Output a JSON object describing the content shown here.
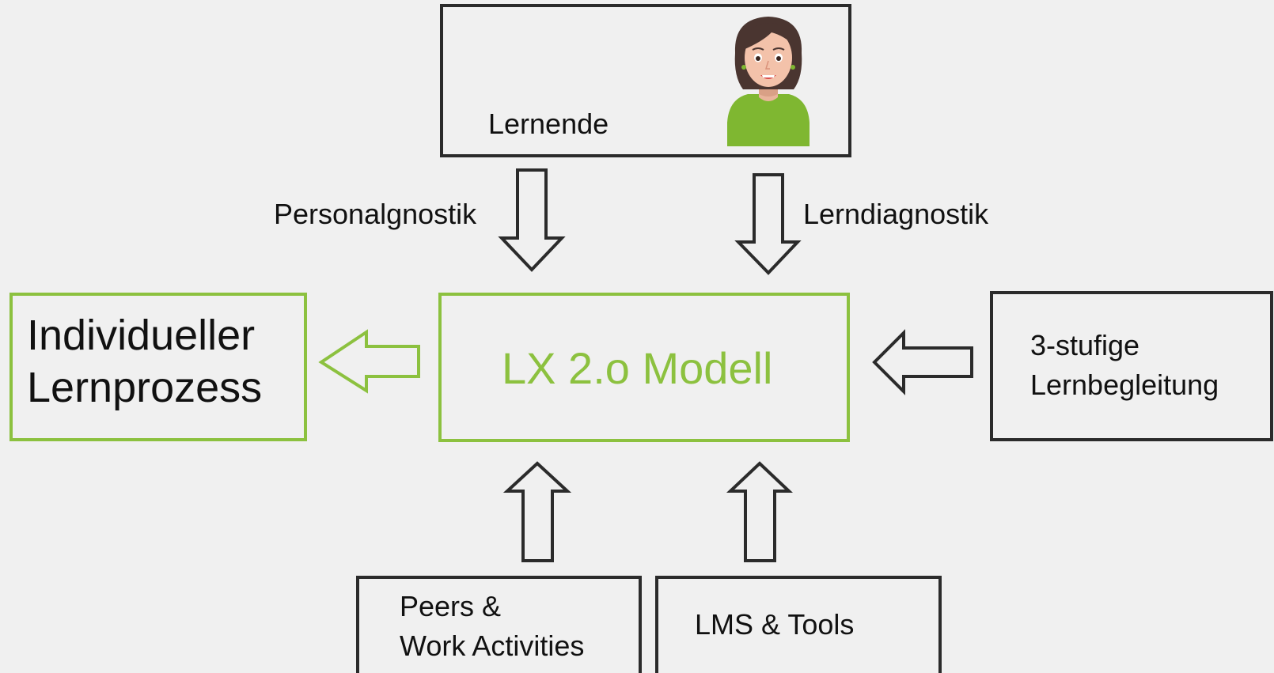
{
  "learner_box": {
    "label": "Lernende"
  },
  "arrow_labels": {
    "left": "Personalgnostik",
    "right": "Lerndiagnostik"
  },
  "center_box": {
    "label": "LX 2.o Modell"
  },
  "output_box": {
    "line1": "Individueller",
    "line2": "Lernprozess"
  },
  "support_box": {
    "line1": "3-stufige",
    "line2": "Lernbegleitung"
  },
  "peers_box": {
    "line1": "Peers &",
    "line2": "Work Activities"
  },
  "lms_box": {
    "label": "LMS & Tools"
  },
  "colors": {
    "accent_green": "#8cc13f",
    "border_dark": "#2b2b2b",
    "background": "#f0f0f0"
  },
  "icons": {
    "learner_avatar": "woman-avatar-icon"
  }
}
